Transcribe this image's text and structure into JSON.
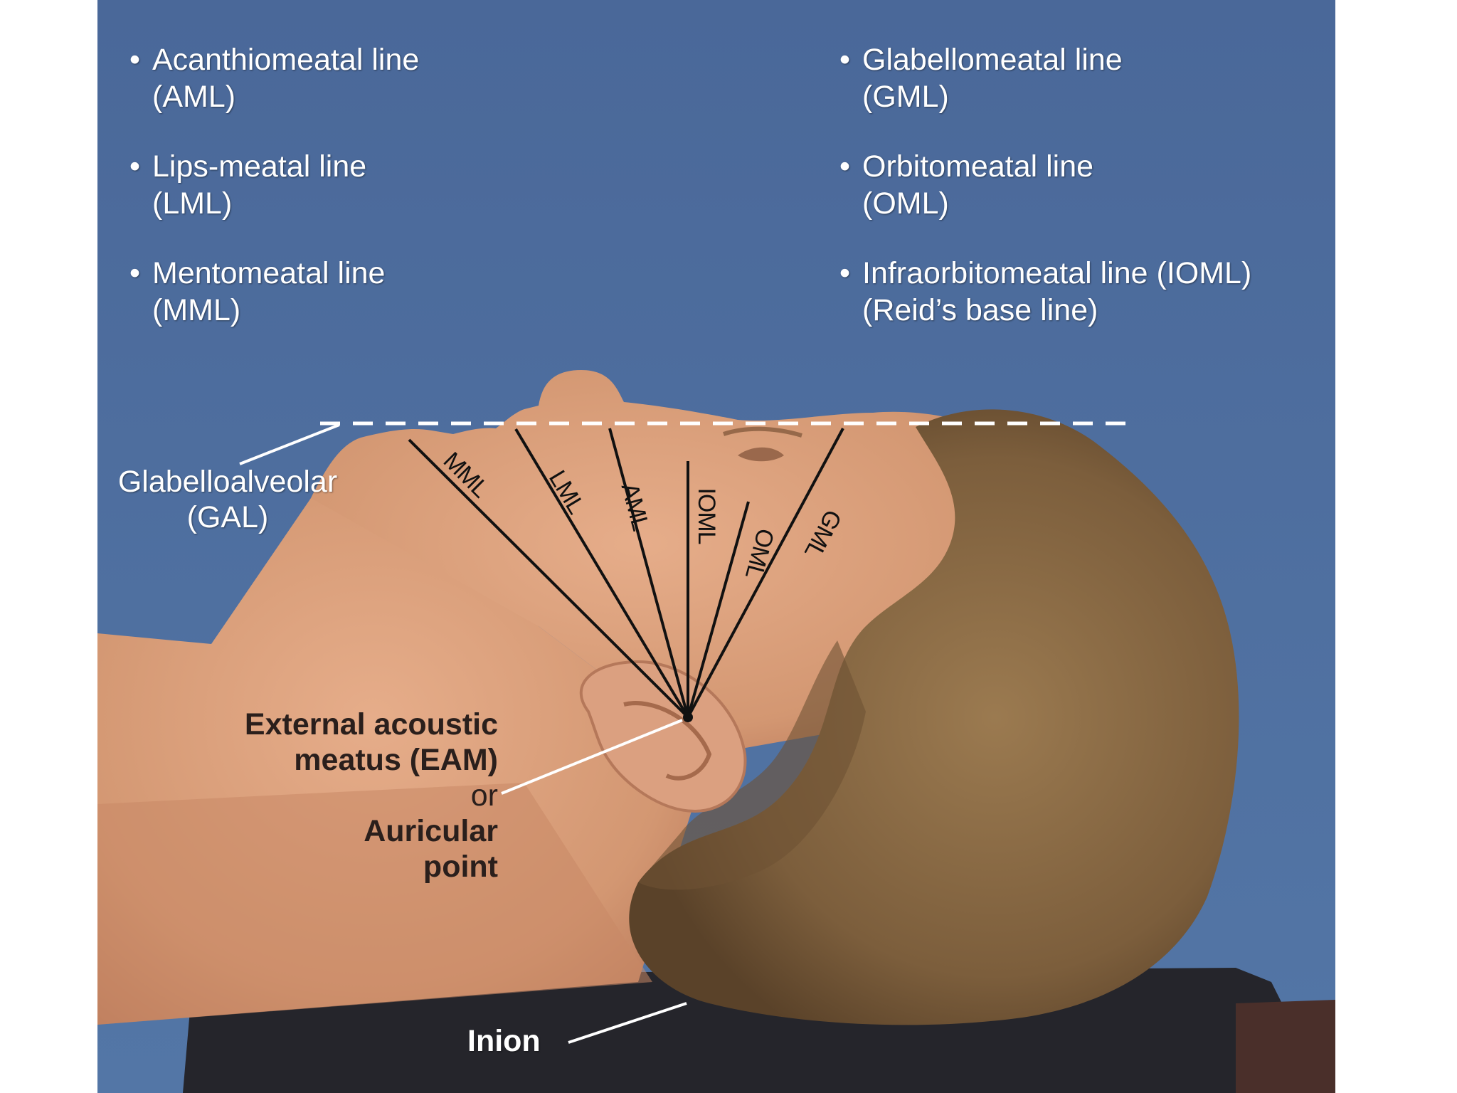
{
  "bullets_left": [
    {
      "name": "Acanthiomeatal line",
      "abbr": "(AML)"
    },
    {
      "name": "Lips-meatal line",
      "abbr": "(LML)"
    },
    {
      "name": "Mentomeatal line",
      "abbr": "(MML)"
    }
  ],
  "bullets_right": [
    {
      "name": "Glabellomeatal line",
      "abbr": "(GML)"
    },
    {
      "name": "Orbitomeatal line",
      "abbr": "(OML)"
    },
    {
      "name": "Infraorbitomeatal line (IOML)",
      "abbr": "(Reid’s base line)"
    }
  ],
  "bullet_symbol": "•",
  "line_labels": {
    "mml": "MML",
    "lml": "LML",
    "aml": "AML",
    "ioml": "IOML",
    "oml": "OML",
    "gml": "GML"
  },
  "gal_label": {
    "line1": "Glabelloalveolar",
    "line2": "(GAL)"
  },
  "eam_label": {
    "line1": "External acoustic",
    "line2": "meatus (EAM)",
    "line3": "or",
    "line4": "Auricular",
    "line5": "point"
  },
  "inion_label": "Inion",
  "colors": {
    "background": "#4d6c9c",
    "skin": "#d99c78",
    "hair": "#8a6a44",
    "table": "#26262c",
    "text_light": "#ffffff",
    "text_dark": "#2a1f1c"
  }
}
